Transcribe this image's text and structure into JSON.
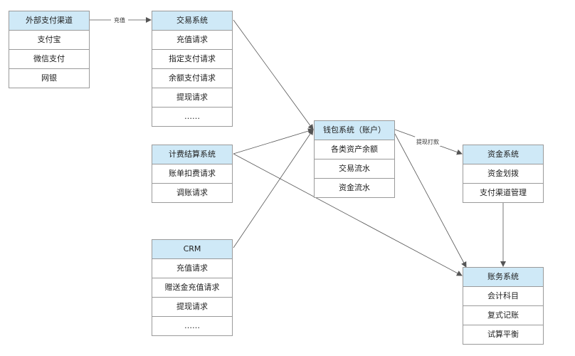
{
  "nodes": {
    "external": {
      "title": "外部支付渠道",
      "items": [
        "支付宝",
        "微信支付",
        "网银"
      ]
    },
    "trade": {
      "title": "交易系统",
      "items": [
        "充值请求",
        "指定支付请求",
        "余额支付请求",
        "提现请求",
        "……"
      ]
    },
    "billing": {
      "title": "计费结算系统",
      "items": [
        "账单扣费请求",
        "调账请求"
      ]
    },
    "crm": {
      "title": "CRM",
      "items": [
        "充值请求",
        "赠送金充值请求",
        "提现请求",
        "……"
      ]
    },
    "wallet": {
      "title": "钱包系统（账户）",
      "items": [
        "各类资产余额",
        "交易流水",
        "资金流水"
      ]
    },
    "funds": {
      "title": "资金系统",
      "items": [
        "资金划拨",
        "支付渠道管理"
      ]
    },
    "accounting": {
      "title": "账务系统",
      "items": [
        "会计科目",
        "复式记账",
        "试算平衡"
      ]
    }
  },
  "edges": {
    "recharge_label": "充值",
    "withdraw_label": "提现打款"
  },
  "colors": {
    "header_fill": "#cfe9f7",
    "border": "#9a9a9a",
    "edge": "#555555"
  }
}
